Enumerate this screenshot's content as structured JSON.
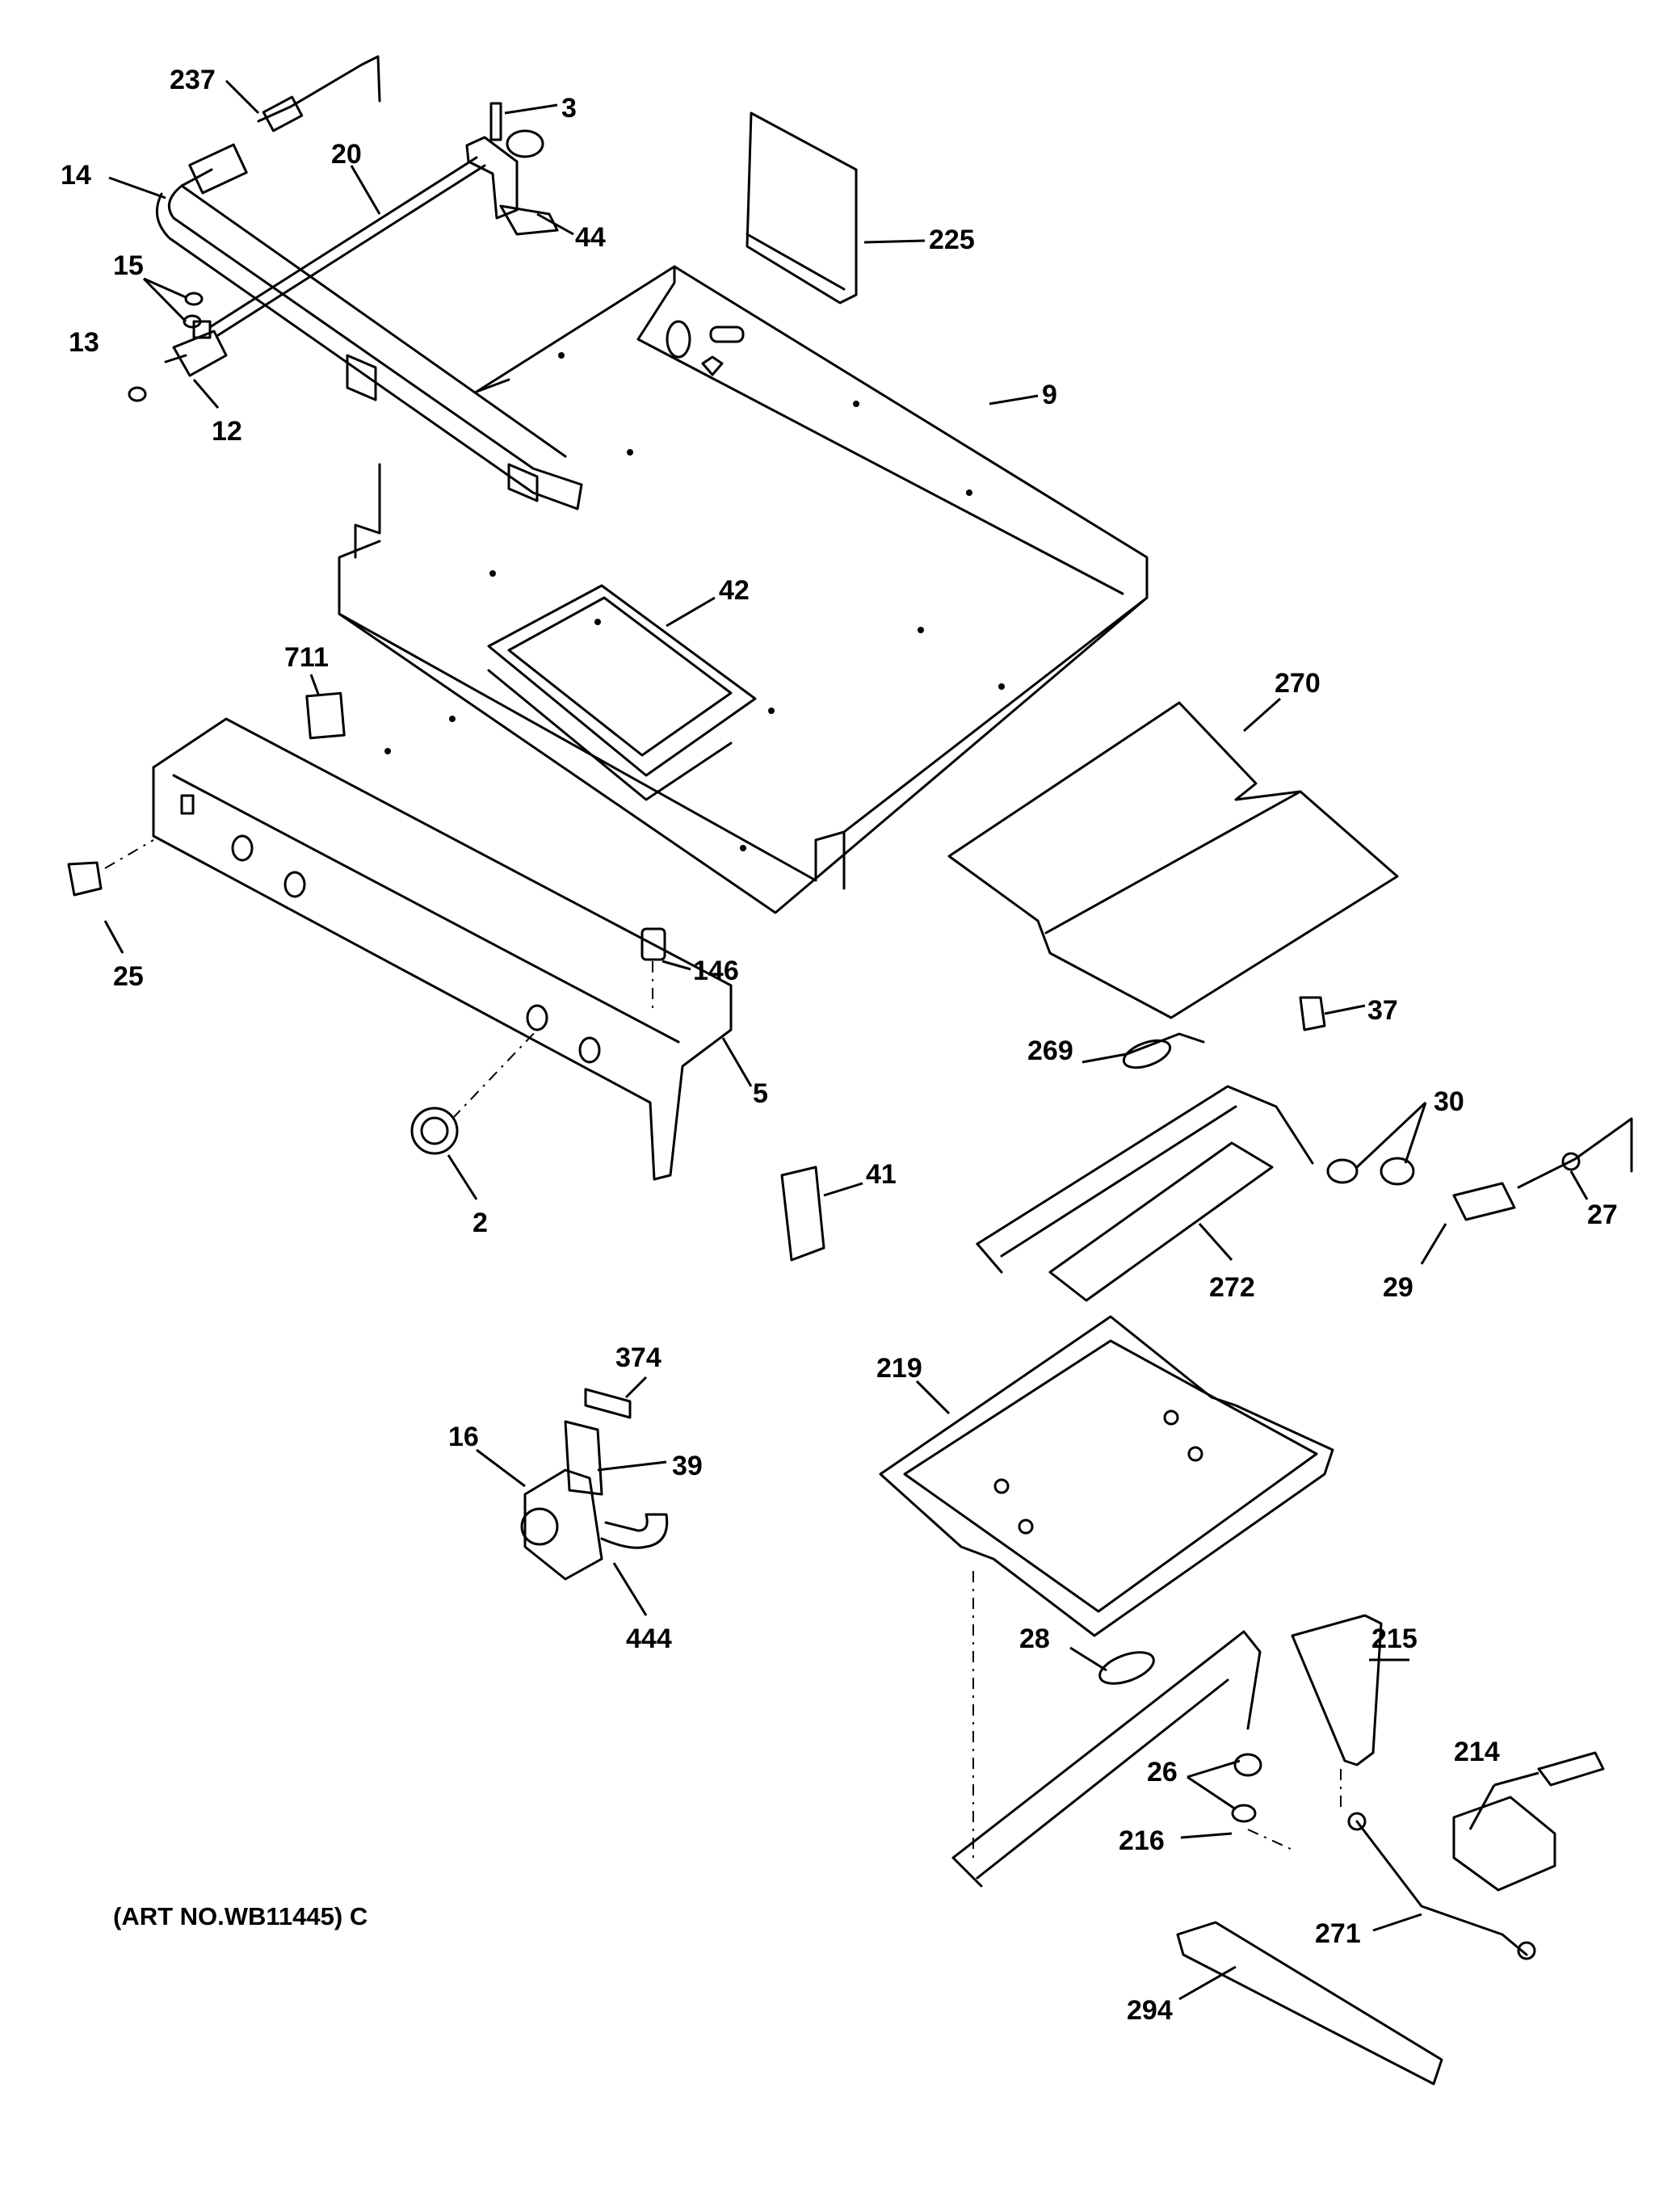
{
  "diagram": {
    "caption": "(ART NO.WB11445) C",
    "callouts": [
      {
        "id": "237",
        "text": "237"
      },
      {
        "id": "3",
        "text": "3"
      },
      {
        "id": "14",
        "text": "14"
      },
      {
        "id": "20",
        "text": "20"
      },
      {
        "id": "44",
        "text": "44"
      },
      {
        "id": "225",
        "text": "225"
      },
      {
        "id": "15",
        "text": "15"
      },
      {
        "id": "13",
        "text": "13"
      },
      {
        "id": "12",
        "text": "12"
      },
      {
        "id": "9",
        "text": "9"
      },
      {
        "id": "42",
        "text": "42"
      },
      {
        "id": "711",
        "text": "711"
      },
      {
        "id": "270",
        "text": "270"
      },
      {
        "id": "25",
        "text": "25"
      },
      {
        "id": "146",
        "text": "146"
      },
      {
        "id": "5",
        "text": "5"
      },
      {
        "id": "37",
        "text": "37"
      },
      {
        "id": "269",
        "text": "269"
      },
      {
        "id": "30",
        "text": "30"
      },
      {
        "id": "41",
        "text": "41"
      },
      {
        "id": "2",
        "text": "2"
      },
      {
        "id": "27",
        "text": "27"
      },
      {
        "id": "272",
        "text": "272"
      },
      {
        "id": "29",
        "text": "29"
      },
      {
        "id": "374",
        "text": "374"
      },
      {
        "id": "219",
        "text": "219"
      },
      {
        "id": "16",
        "text": "16"
      },
      {
        "id": "39",
        "text": "39"
      },
      {
        "id": "444",
        "text": "444"
      },
      {
        "id": "215",
        "text": "215"
      },
      {
        "id": "28",
        "text": "28"
      },
      {
        "id": "214",
        "text": "214"
      },
      {
        "id": "26",
        "text": "26"
      },
      {
        "id": "216",
        "text": "216"
      },
      {
        "id": "271",
        "text": "271"
      },
      {
        "id": "294",
        "text": "294"
      }
    ]
  }
}
